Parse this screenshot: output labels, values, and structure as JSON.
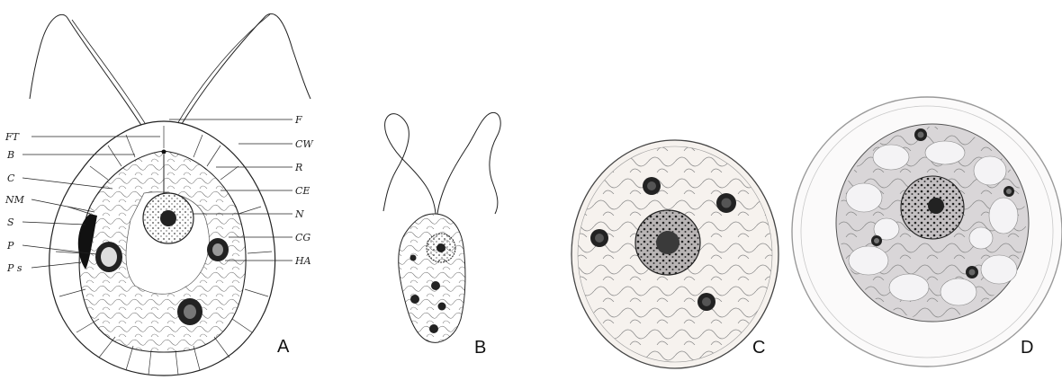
{
  "figure": {
    "panels": [
      {
        "id": "A",
        "label": "A"
      },
      {
        "id": "B",
        "label": "B"
      },
      {
        "id": "C",
        "label": "C"
      },
      {
        "id": "D",
        "label": "D"
      }
    ],
    "panel_a_left_labels": [
      "FT",
      "B",
      "C",
      "NM",
      "S",
      "P",
      "P s"
    ],
    "panel_a_right_labels": [
      "F",
      "CW",
      "R",
      "CE",
      "N",
      "CG",
      "HA"
    ]
  }
}
